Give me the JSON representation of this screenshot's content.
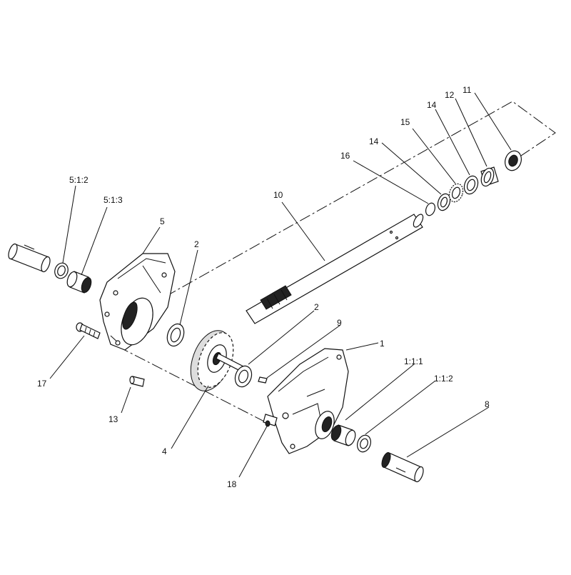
{
  "callouts": {
    "c_5_1_2": "5:1:2",
    "c_5_1_3": "5:1:3",
    "c_5": "5",
    "c_2a": "2",
    "c_10": "10",
    "c_16": "16",
    "c_14a": "14",
    "c_15": "15",
    "c_14b": "14",
    "c_12": "12",
    "c_11": "11",
    "c_2b": "2",
    "c_9": "9",
    "c_1": "1",
    "c_1_1_1": "1:1:1",
    "c_1_1_2": "1:1:2",
    "c_8": "8",
    "c_17": "17",
    "c_13": "13",
    "c_4": "4",
    "c_18": "18"
  }
}
